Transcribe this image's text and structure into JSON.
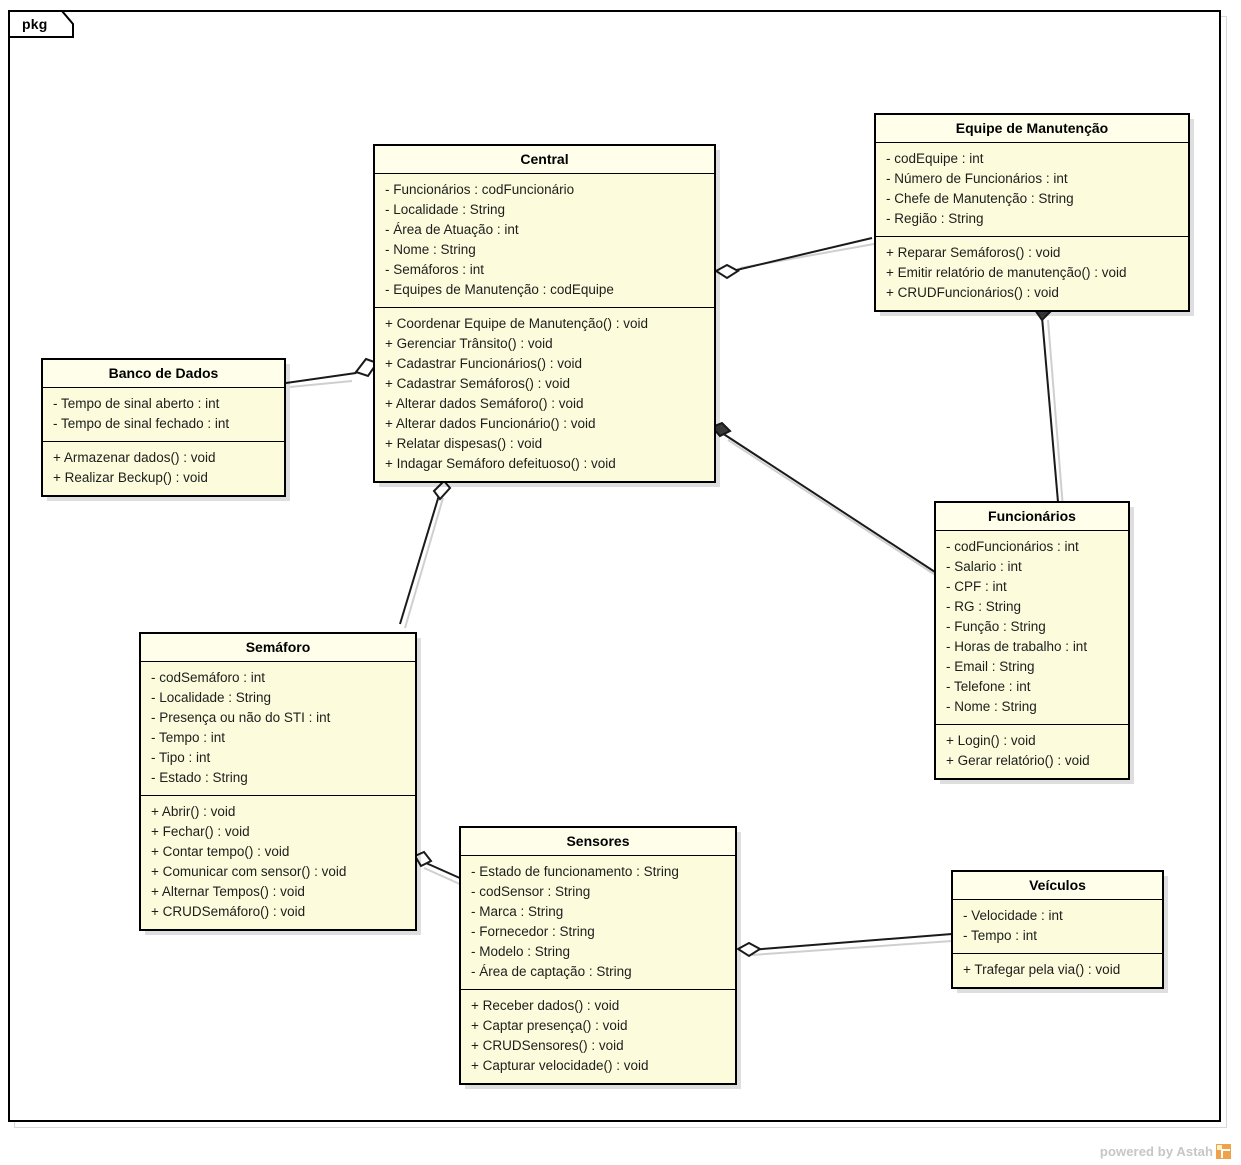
{
  "diagram": {
    "type": "uml-class-diagram",
    "frame_label": "pkg",
    "watermark": "powered by Astah"
  },
  "classes": {
    "central": {
      "name": "Central",
      "attributes": [
        "- Funcionários : codFuncionário",
        "- Localidade : String",
        "- Área de Atuação : int",
        "- Nome : String",
        "- Semáforos : int",
        "- Equipes de Manutenção : codEquipe"
      ],
      "operations": [
        "+ Coordenar Equipe de Manutenção() : void",
        "+ Gerenciar Trânsito() : void",
        "+ Cadastrar Funcionários() : void",
        "+ Cadastrar Semáforos() : void",
        "+ Alterar dados Semáforo() : void",
        "+ Alterar dados Funcionário() : void",
        "+ Relatar dispesas() : void",
        "+ Indagar Semáforo defeituoso() : void"
      ]
    },
    "equipe": {
      "name": "Equipe de Manutenção",
      "attributes": [
        "- codEquipe : int",
        "- Número de Funcionários : int",
        "- Chefe de Manutenção : String",
        "- Região : String"
      ],
      "operations": [
        "+ Reparar Semáforos() : void",
        "+ Emitir relatório de manutenção() : void",
        "+ CRUDFuncionários() : void"
      ]
    },
    "banco": {
      "name": "Banco de Dados",
      "attributes": [
        "- Tempo de sinal aberto : int",
        "- Tempo de sinal fechado : int"
      ],
      "operations": [
        "+ Armazenar dados() : void",
        "+ Realizar Beckup() : void"
      ]
    },
    "funcionarios": {
      "name": "Funcionários",
      "attributes": [
        "- codFuncionários : int",
        "- Salario : int",
        "- CPF : int",
        "- RG : String",
        "- Função : String",
        "- Horas de trabalho : int",
        "- Email : String",
        "- Telefone : int",
        "- Nome : String"
      ],
      "operations": [
        "+ Login() : void",
        "+ Gerar relatório() : void"
      ]
    },
    "semaforo": {
      "name": "Semáforo",
      "attributes": [
        "- codSemáforo : int",
        "- Localidade : String",
        "- Presença ou não do STI : int",
        "- Tempo : int",
        "- Tipo : int",
        "- Estado : String"
      ],
      "operations": [
        "+ Abrir() : void",
        "+ Fechar() : void",
        "+ Contar tempo() : void",
        "+ Comunicar com sensor() : void",
        "+ Alternar Tempos() : void",
        "+ CRUDSemáforo() : void"
      ]
    },
    "sensores": {
      "name": "Sensores",
      "attributes": [
        "- Estado de funcionamento : String",
        "- codSensor : String",
        "- Marca : String",
        "- Fornecedor : String",
        "- Modelo : String",
        "- Área de captação : String"
      ],
      "operations": [
        "+ Receber dados() : void",
        "+ Captar presença() : void",
        "+ CRUDSensores() : void",
        "+ Capturar velocidade() : void"
      ]
    },
    "veiculos": {
      "name": "Veículos",
      "attributes": [
        "- Velocidade : int",
        "- Tempo : int"
      ],
      "operations": [
        "+ Trafegar pela via() : void"
      ]
    }
  },
  "relationships": [
    {
      "id": "central-equipe",
      "from": "Central",
      "to": "Equipe de Manutenção",
      "kind": "aggregation",
      "diamond_at": "Central"
    },
    {
      "id": "banco-central",
      "from": "Banco de Dados",
      "to": "Central",
      "kind": "aggregation",
      "diamond_at": "Central"
    },
    {
      "id": "central-funcionarios",
      "from": "Central",
      "to": "Funcionários",
      "kind": "composition",
      "diamond_at": "Central"
    },
    {
      "id": "equipe-funcionarios",
      "from": "Equipe de Manutenção",
      "to": "Funcionários",
      "kind": "composition",
      "diamond_at": "Equipe de Manutenção"
    },
    {
      "id": "central-semaforo",
      "from": "Central",
      "to": "Semáforo",
      "kind": "aggregation",
      "diamond_at": "Central"
    },
    {
      "id": "semaforo-sensores",
      "from": "Semáforo",
      "to": "Sensores",
      "kind": "aggregation",
      "diamond_at": "Semáforo"
    },
    {
      "id": "sensores-veiculos",
      "from": "Sensores",
      "to": "Veículos",
      "kind": "aggregation",
      "diamond_at": "Sensores"
    }
  ],
  "colors": {
    "class_fill": "#fcfcdc",
    "class_header_fill": "#fefeea",
    "class_border": "#000000",
    "link": "#1a1a1a",
    "watermark": "#c6c6c6",
    "watermark_logo": "#f0a24a"
  }
}
